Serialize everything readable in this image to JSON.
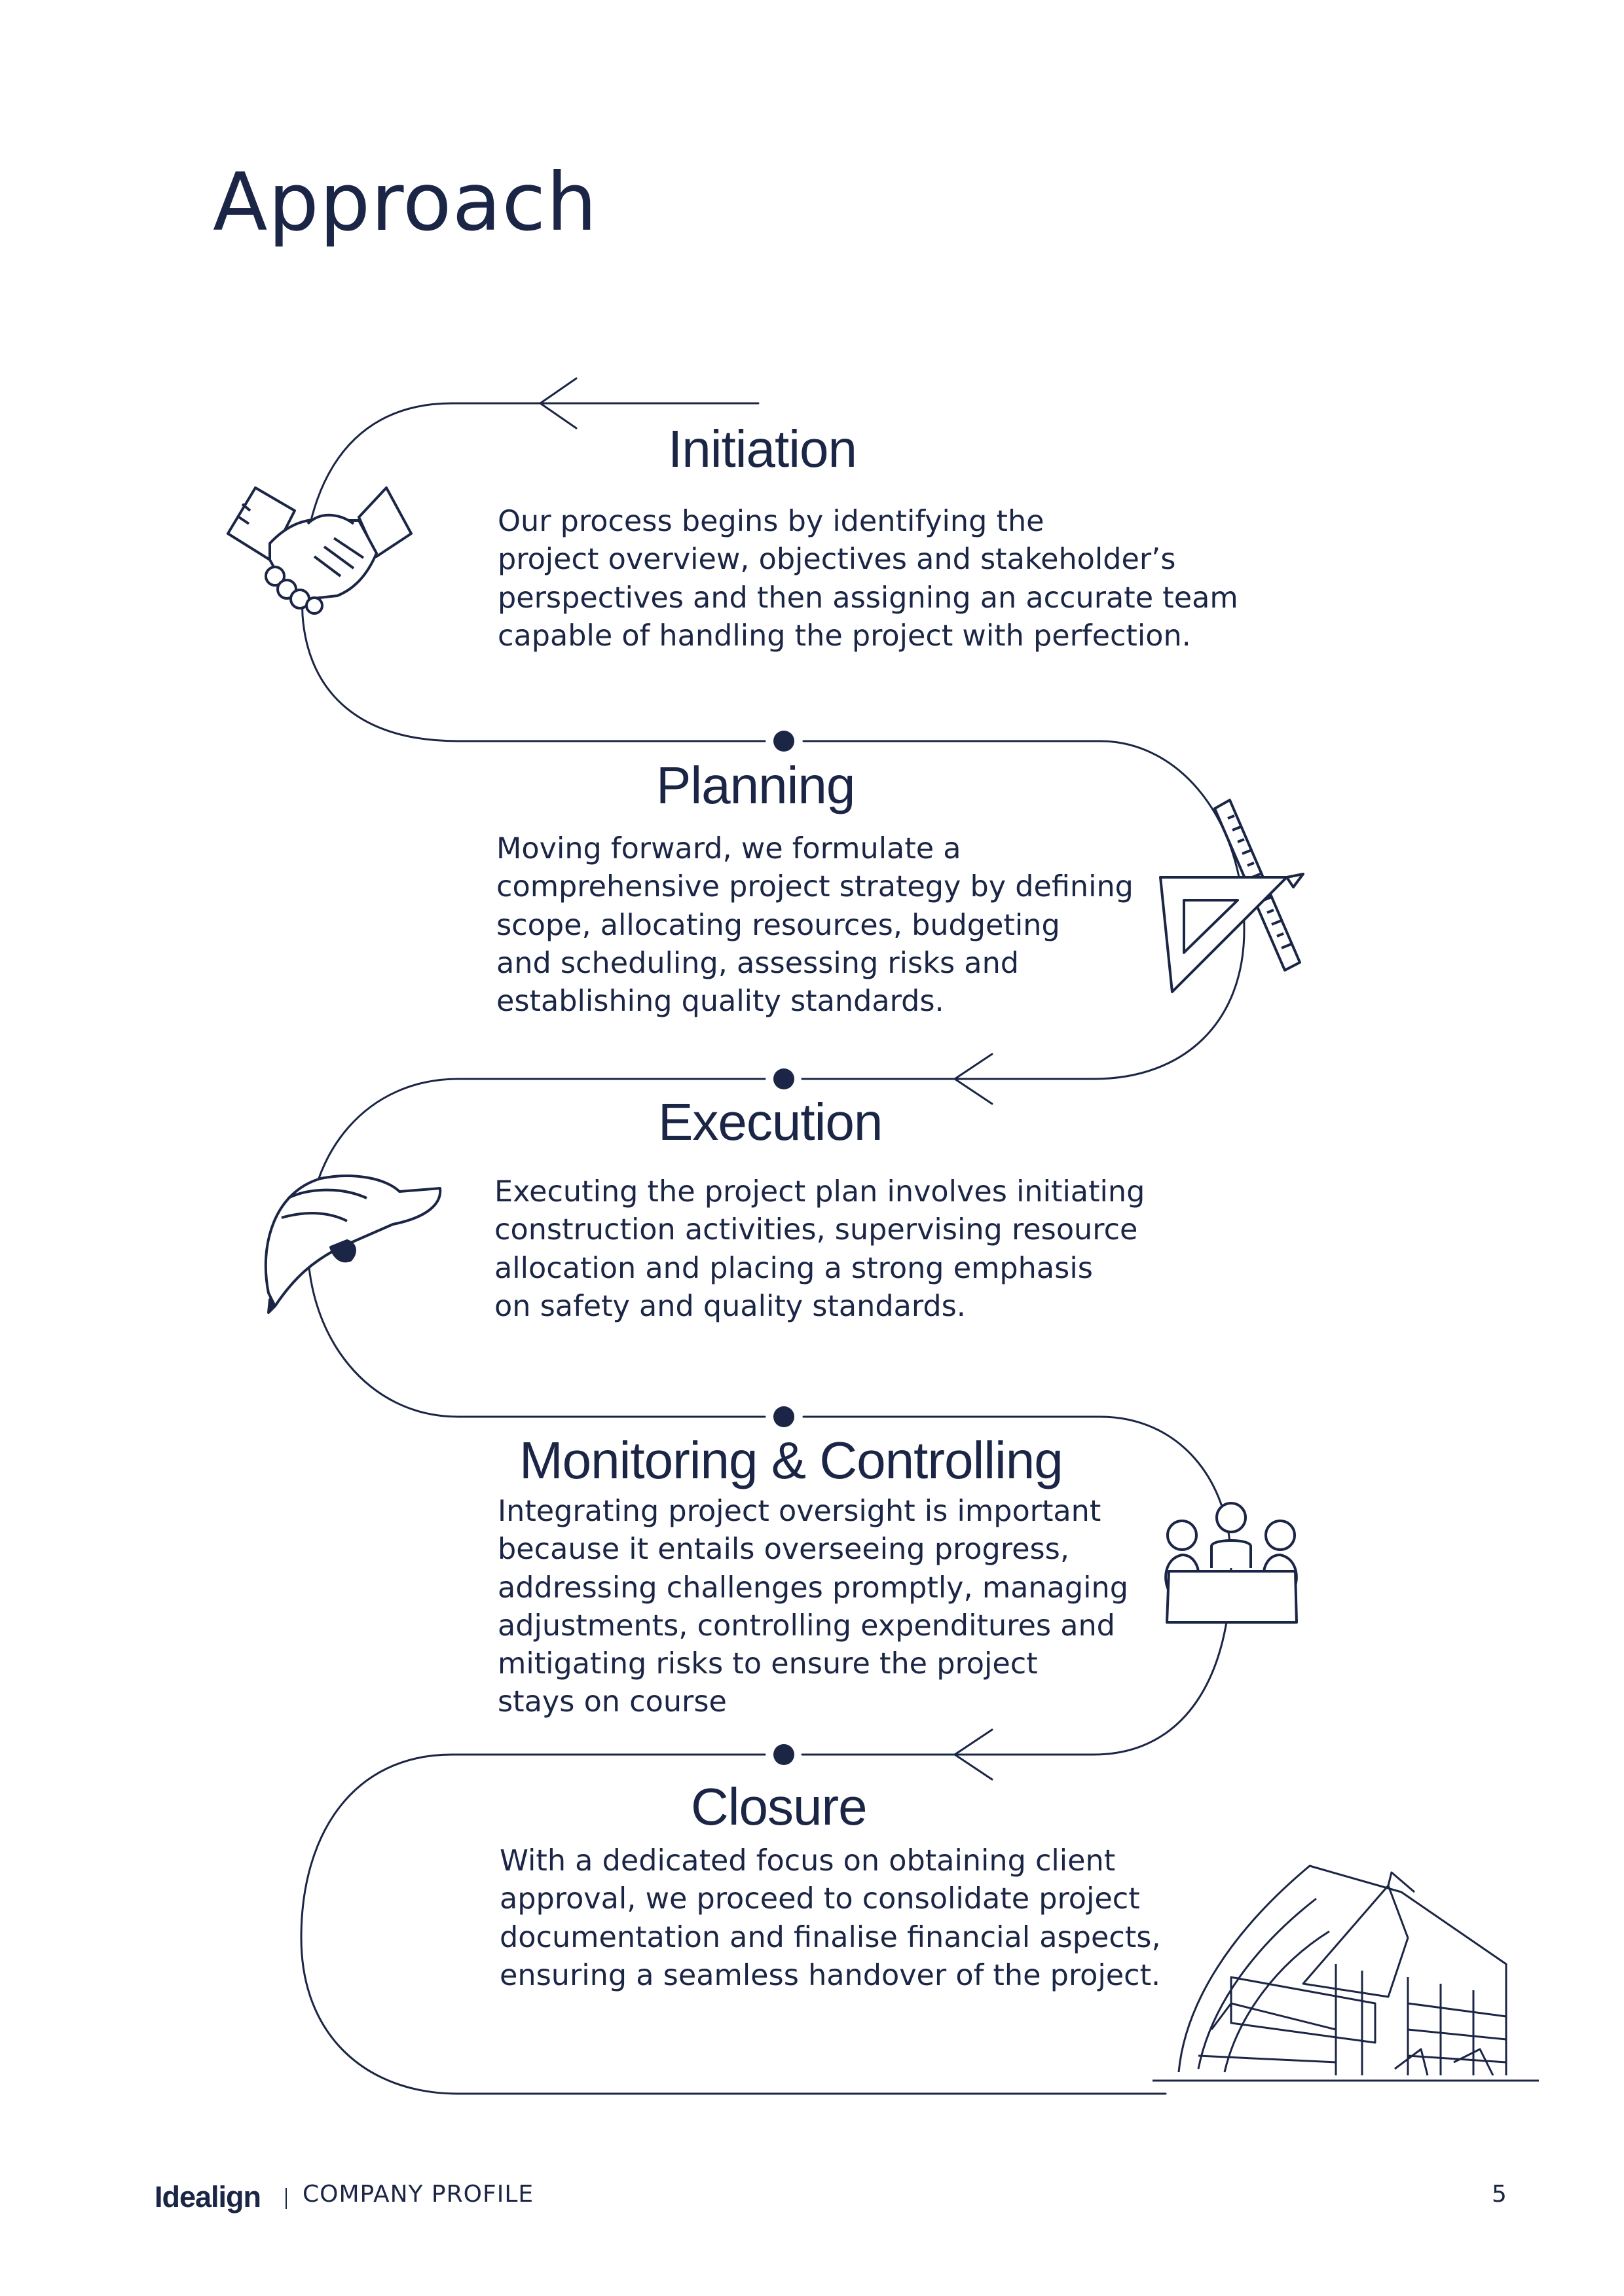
{
  "page": {
    "title": "Approach",
    "accent_color": "#1b2545"
  },
  "steps": [
    {
      "title": "Initiation",
      "icon": "handshake-icon",
      "body": [
        "Our process begins by identifying the",
        "project overview, objectives and stakeholder’s",
        "perspectives and then assigning an accurate team",
        "capable of handling the project with perfection."
      ]
    },
    {
      "title": "Planning",
      "icon": "set-square-ruler-icon",
      "body": [
        "Moving forward, we formulate a",
        "comprehensive project strategy by defining",
        "scope, allocating resources, budgeting",
        "and scheduling, assessing risks and",
        "establishing quality standards."
      ]
    },
    {
      "title": "Execution",
      "icon": "hard-hat-icon",
      "body": [
        "Executing the project plan involves initiating",
        "construction activities, supervising resource",
        "allocation and placing a strong emphasis",
        "on safety and quality standards."
      ]
    },
    {
      "title": "Monitoring & Controlling",
      "icon": "meeting-table-icon",
      "body": [
        "Integrating project oversight is important",
        "because it entails overseeing progress,",
        "addressing challenges promptly, managing",
        "adjustments, controlling expenditures and",
        "mitigating risks to ensure the project",
        "stays on course"
      ]
    },
    {
      "title": "Closure",
      "icon": "building-icon",
      "body": [
        "With a dedicated focus on obtaining client",
        "approval, we proceed to consolidate project",
        "documentation and finalise financial aspects,",
        "ensuring a seamless handover of the project."
      ]
    }
  ],
  "footer": {
    "logo": "Idealign",
    "label": "COMPANY PROFILE",
    "page_number": "5"
  }
}
